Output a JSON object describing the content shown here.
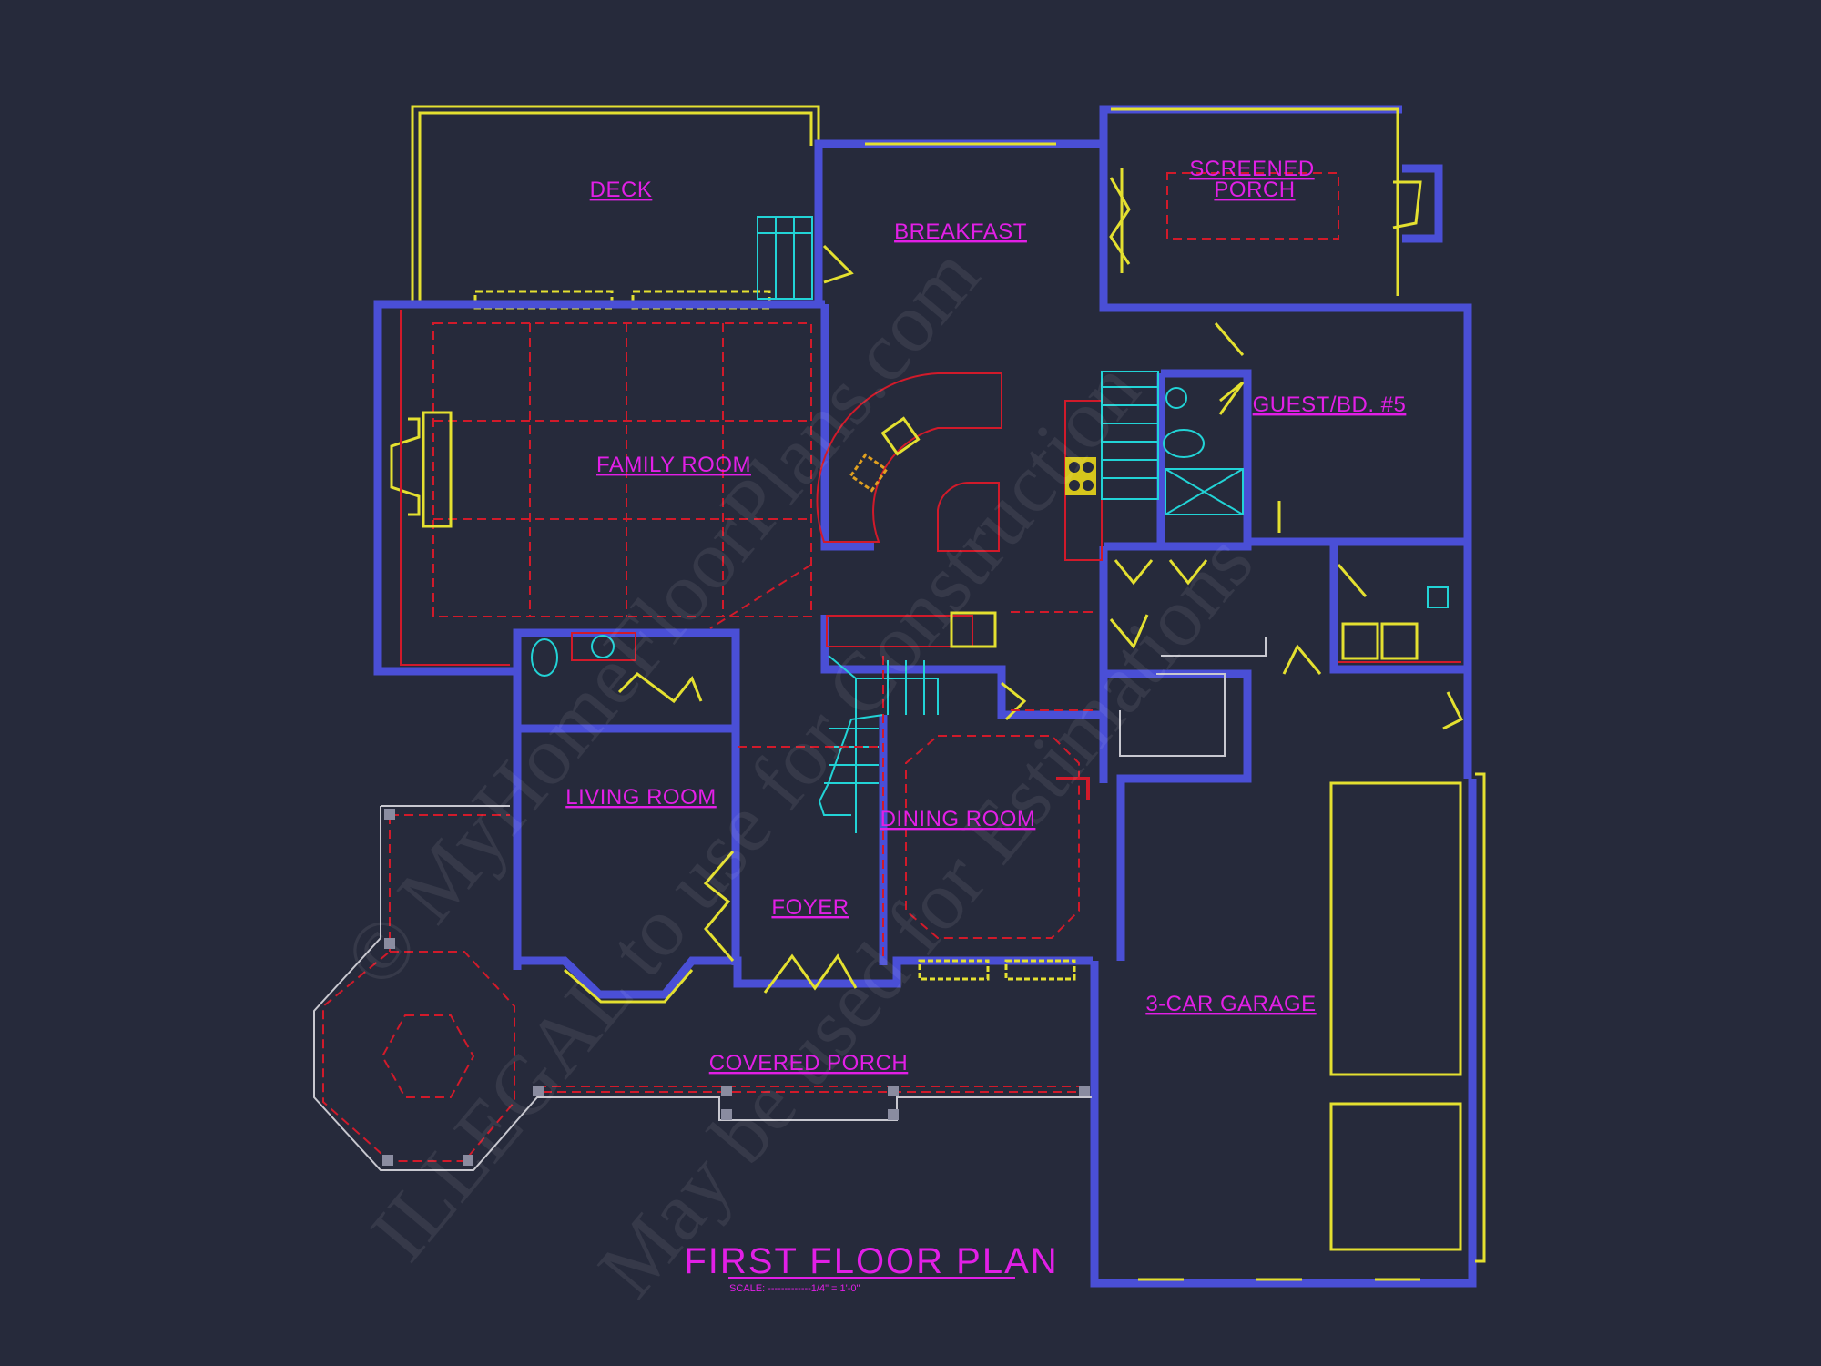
{
  "plan": {
    "title": "FIRST FLOOR PLAN",
    "scale_text": "SCALE: -------------1/4\" = 1'-0\"",
    "rooms": {
      "deck": "DECK",
      "breakfast": "BREAKFAST",
      "screened_porch_line1": "SCREENED",
      "screened_porch_line2": "PORCH",
      "guest_bedroom": "GUEST/BD. #5",
      "family_room": "FAMILY ROOM",
      "living_room": "LIVING ROOM",
      "dining_room": "DINING ROOM",
      "foyer": "FOYER",
      "garage": "3-CAR GARAGE",
      "covered_porch": "COVERED PORCH"
    },
    "watermark": {
      "line1": "© MyHomeFloorPlans.com",
      "line2": "ILLEGAL to use for Construction",
      "line3": "May be used for Estimations"
    }
  },
  "colors": {
    "background": "#262a3b",
    "walls": "#4a4fd6",
    "labels": "#e21fe6",
    "windows": "#e4e030",
    "ceiling": "#d11a2a",
    "stairs": "#22d3d6"
  }
}
